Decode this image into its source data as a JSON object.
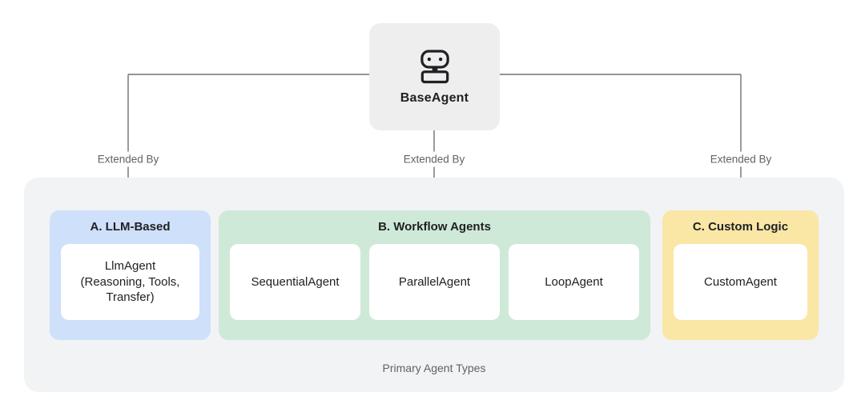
{
  "root": {
    "label": "BaseAgent",
    "icon": "robot-icon"
  },
  "edges": [
    {
      "label": "Extended By"
    },
    {
      "label": "Extended By"
    },
    {
      "label": "Extended By"
    }
  ],
  "groups": [
    {
      "title": "A. LLM-Based",
      "color": "#cfe0fb",
      "cards": [
        {
          "label": "LlmAgent\n(Reasoning, Tools,\nTransfer)"
        }
      ]
    },
    {
      "title": "B. Workflow Agents",
      "color": "#cfe9d8",
      "cards": [
        {
          "label": "SequentialAgent"
        },
        {
          "label": "ParallelAgent"
        },
        {
          "label": "LoopAgent"
        }
      ]
    },
    {
      "title": "C. Custom Logic",
      "color": "#fae7a6",
      "cards": [
        {
          "label": "CustomAgent"
        }
      ]
    }
  ],
  "container": {
    "caption": "Primary Agent Types"
  },
  "colors": {
    "canvas_bg": "#ffffff",
    "base_node_bg": "#eeeeee",
    "container_bg": "#f1f3f4",
    "connector": "#6e7276",
    "edge_label_text": "#5f6368",
    "heading_text": "#202124",
    "card_bg": "#ffffff",
    "llm_group_bg": "#cfe0fb",
    "workflow_group_bg": "#cfe9d8",
    "custom_group_bg": "#fae7a6"
  }
}
